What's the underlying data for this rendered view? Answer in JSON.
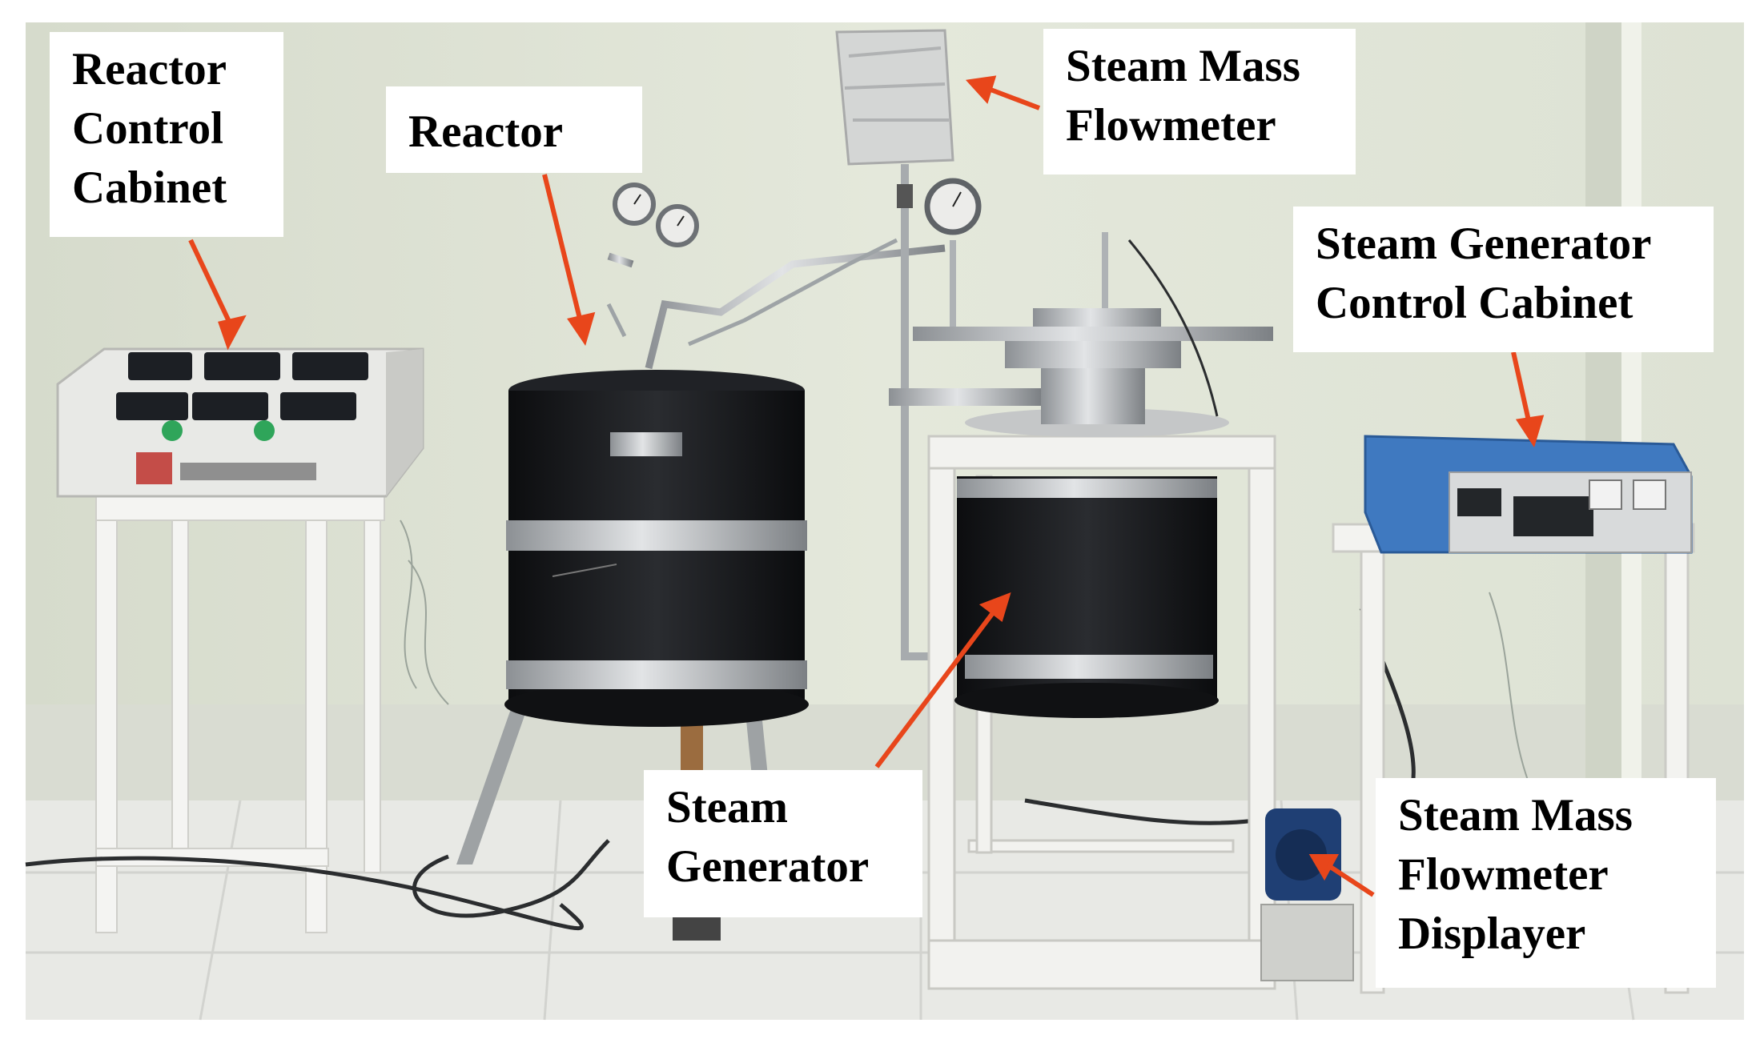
{
  "figure": {
    "colors": {
      "wall": "#dfe3d5",
      "floor": "#e5e6e2",
      "arrow": "#e8461b",
      "insulation": "#15171a",
      "stainless": "#b9bcbf",
      "cabinet_blue": "#3f79c0",
      "frame_white": "#f4f4f2"
    },
    "labels": {
      "reactor_control_cabinet": [
        "Reactor",
        "Control",
        "Cabinet"
      ],
      "reactor": [
        "Reactor"
      ],
      "steam_mass_flowmeter": [
        "Steam Mass",
        "Flowmeter"
      ],
      "steam_generator_control_cabinet": [
        "Steam Generator",
        "Control Cabinet"
      ],
      "steam_generator": [
        "Steam",
        "Generator"
      ],
      "steam_mass_flowmeter_displayer": [
        "Steam Mass",
        "Flowmeter",
        "Displayer"
      ]
    },
    "icons": [
      "arrow-icon",
      "pressure-gauge-icon",
      "digital-display-icon",
      "knob-icon"
    ]
  }
}
